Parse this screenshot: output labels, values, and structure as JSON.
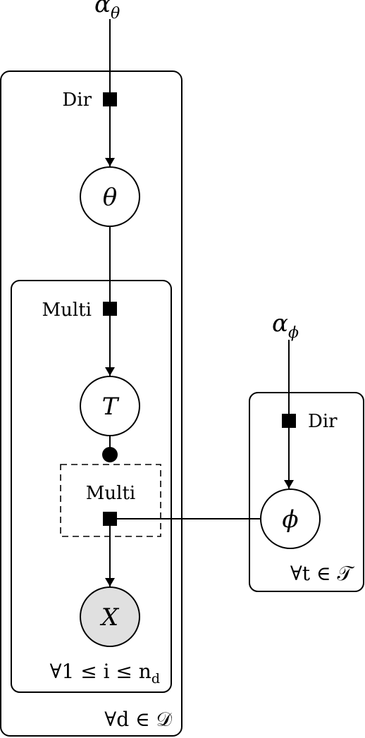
{
  "hyperparameters": {
    "alpha_theta": {
      "symbol": "α",
      "subscript": "θ"
    },
    "alpha_phi": {
      "symbol": "α",
      "subscript": "ϕ"
    }
  },
  "factors": {
    "dir_theta": "Dir",
    "multi_topic": "Multi",
    "multi_word": "Multi",
    "dir_phi": "Dir"
  },
  "nodes": {
    "theta": "θ",
    "topic": "T",
    "word": "X",
    "phi": "ϕ"
  },
  "plates": {
    "documents": "∀d ∈ 𝒟",
    "positions": "∀1 ≤ i ≤ n",
    "positions_sub": "d",
    "topics": "∀t ∈ 𝒯"
  },
  "colors": {
    "observed_fill": "#e0e0e0",
    "stroke": "#000000"
  }
}
